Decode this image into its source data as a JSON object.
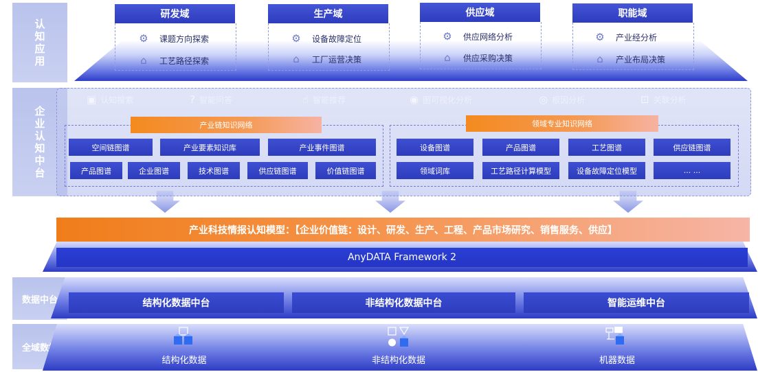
{
  "sidebar": {
    "cognitive_apps": "认知应用",
    "enterprise_middle": "企业认知中台",
    "data_middle": "数据中台",
    "global_data": "全域数据"
  },
  "domains": [
    {
      "title": "研发域",
      "apps": [
        {
          "icon": "robot-icon",
          "label": "课题方向探索"
        },
        {
          "icon": "factory-icon",
          "label": "工艺路径探索"
        }
      ]
    },
    {
      "title": "生产域",
      "apps": [
        {
          "icon": "robot-icon",
          "label": "设备故障定位"
        },
        {
          "icon": "factory-icon",
          "label": "工厂运营决策"
        }
      ]
    },
    {
      "title": "供应域",
      "apps": [
        {
          "icon": "robot-icon",
          "label": "供应网络分析"
        },
        {
          "icon": "factory-icon",
          "label": "供应采购决策"
        }
      ]
    },
    {
      "title": "职能域",
      "apps": [
        {
          "icon": "robot-icon",
          "label": "产业经分析"
        },
        {
          "icon": "factory-icon",
          "label": "产业布局决策"
        }
      ]
    }
  ],
  "capabilities": [
    {
      "icon": "search-icon",
      "label": "认知搜索"
    },
    {
      "icon": "qa-icon",
      "label": "智能问答"
    },
    {
      "icon": "thumbs-up-icon",
      "label": "智能推荐"
    },
    {
      "icon": "eye-icon",
      "label": "图可视化分析"
    },
    {
      "icon": "target-icon",
      "label": "根因分析"
    },
    {
      "icon": "link-icon",
      "label": "关联分析"
    }
  ],
  "industry_network": {
    "title": "产业链知识网络",
    "row1": [
      "空间链图谱",
      "产业要素知识库",
      "产业事件图谱"
    ],
    "row2": [
      "产品图谱",
      "企业图谱",
      "技术图谱",
      "供应链图谱",
      "价值链图谱"
    ]
  },
  "domain_network": {
    "title": "领域专业知识网络",
    "row1": [
      "设备图谱",
      "产品图谱",
      "工艺图谱",
      "供应链图谱"
    ],
    "row2": [
      "领域词库",
      "工艺路径计算模型",
      "设备故障定位模型",
      "... ..."
    ]
  },
  "model_bar": "产业科技情报认知模型：【企业价值链：设计、研发、生产、工程、产品市场研究、销售服务、供应】",
  "framework_bar": "AnyDATA Framework 2",
  "data_platforms": [
    "结构化数据中台",
    "非结构化数据中台",
    "智能运维中台"
  ],
  "data_sources": [
    {
      "icon": "cubes-icon",
      "label": "结构化数据"
    },
    {
      "icon": "shapes-icon",
      "label": "非结构化数据"
    },
    {
      "icon": "machine-icon",
      "label": "机器数据"
    }
  ],
  "colors": {
    "primary": "#2e3dbe",
    "accent_orange": "#f48a1f",
    "sidebar": "#c2cbef"
  }
}
